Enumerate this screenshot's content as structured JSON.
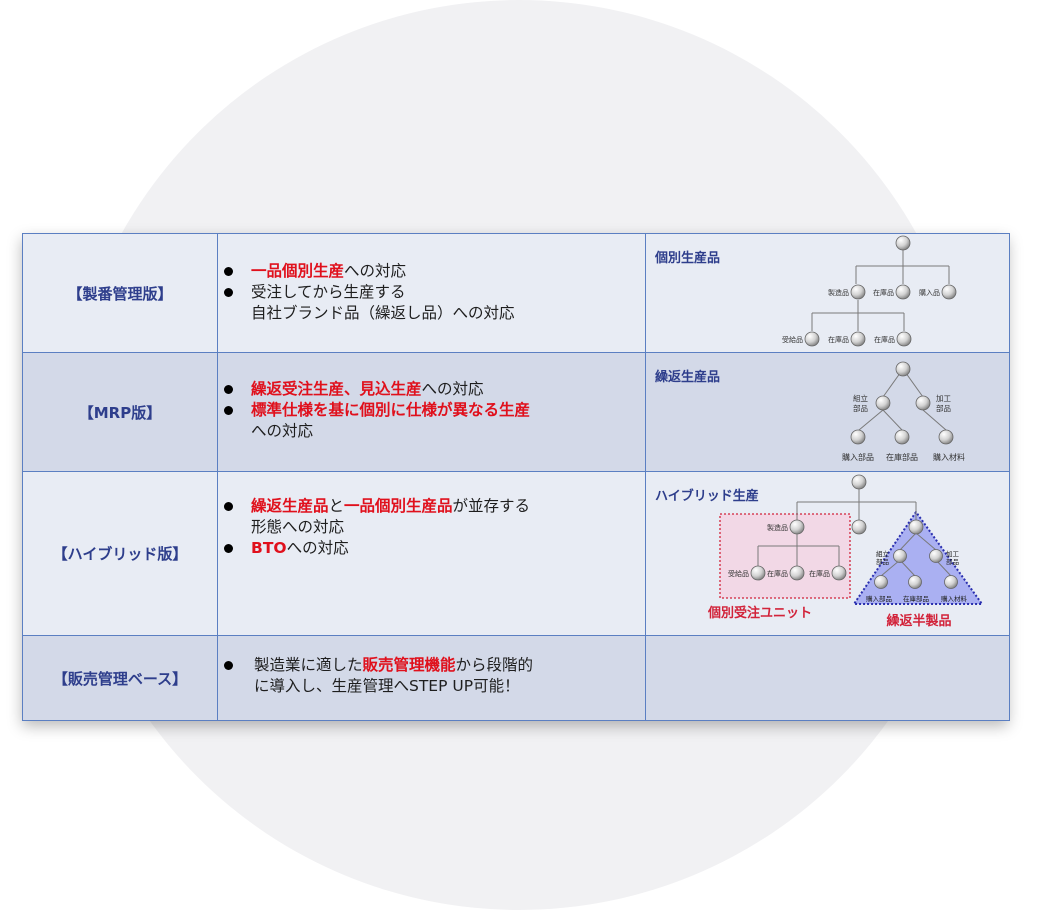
{
  "rows": [
    {
      "name": "【製番管理版】",
      "features": [
        {
          "red": "一品個別生産",
          "normal": "への対応"
        },
        {
          "normal": "受注してから生産する",
          "line2": "自社ブランド品（繰返し品）への対応"
        }
      ],
      "diagram": {
        "label": "個別生産品",
        "nodes": [
          "製造品",
          "在庫品",
          "購入品",
          "受給品",
          "在庫品",
          "在庫品"
        ]
      }
    },
    {
      "name": "【MRP版】",
      "features": [
        {
          "red": "繰返受注生産、見込生産",
          "normal": "への対応"
        },
        {
          "red": "標準仕様を基に個別に仕様が異なる生産",
          "line2": "への対応"
        }
      ],
      "diagram": {
        "label": "繰返生産品",
        "node_a": [
          "組立",
          "部品"
        ],
        "node_b": [
          "加工",
          "部品"
        ],
        "leaves": [
          "購入部品",
          "在庫部品",
          "購入材料"
        ]
      }
    },
    {
      "name": "【ハイブリッド版】",
      "features": [
        {
          "red1": "繰返生産品",
          "mid": "と",
          "red2": "一品個別生産品",
          "normal": "が並存する",
          "line2": "形態への対応"
        },
        {
          "red": "BTO",
          "normal": "への対応"
        }
      ],
      "diagram": {
        "label": "ハイブリッド生産",
        "left_nodes": [
          "製造品",
          "受給品",
          "在庫品",
          "在庫品"
        ],
        "right_node_a": [
          "組立",
          "部品"
        ],
        "right_node_b": [
          "加工",
          "部品"
        ],
        "right_leaves": [
          "購入部品",
          "在庫部品",
          "購入材料"
        ],
        "unit_label": "個別受注ユニット",
        "semi_label": "繰返半製品"
      }
    },
    {
      "name": "【販売管理ベース】",
      "features": [
        {
          "pre": "製造業に適した",
          "red": "販売管理機能",
          "normal": "から段階的",
          "line2": "に導入し、生産管理へSTEP UP可能！"
        }
      ]
    }
  ],
  "colors": {
    "accent_text": "#2e3e8c",
    "highlight_red": "#e0101c",
    "border": "#5b7fc2",
    "row_light": "#e8ecf4",
    "row_dark": "#d3d9e8"
  }
}
